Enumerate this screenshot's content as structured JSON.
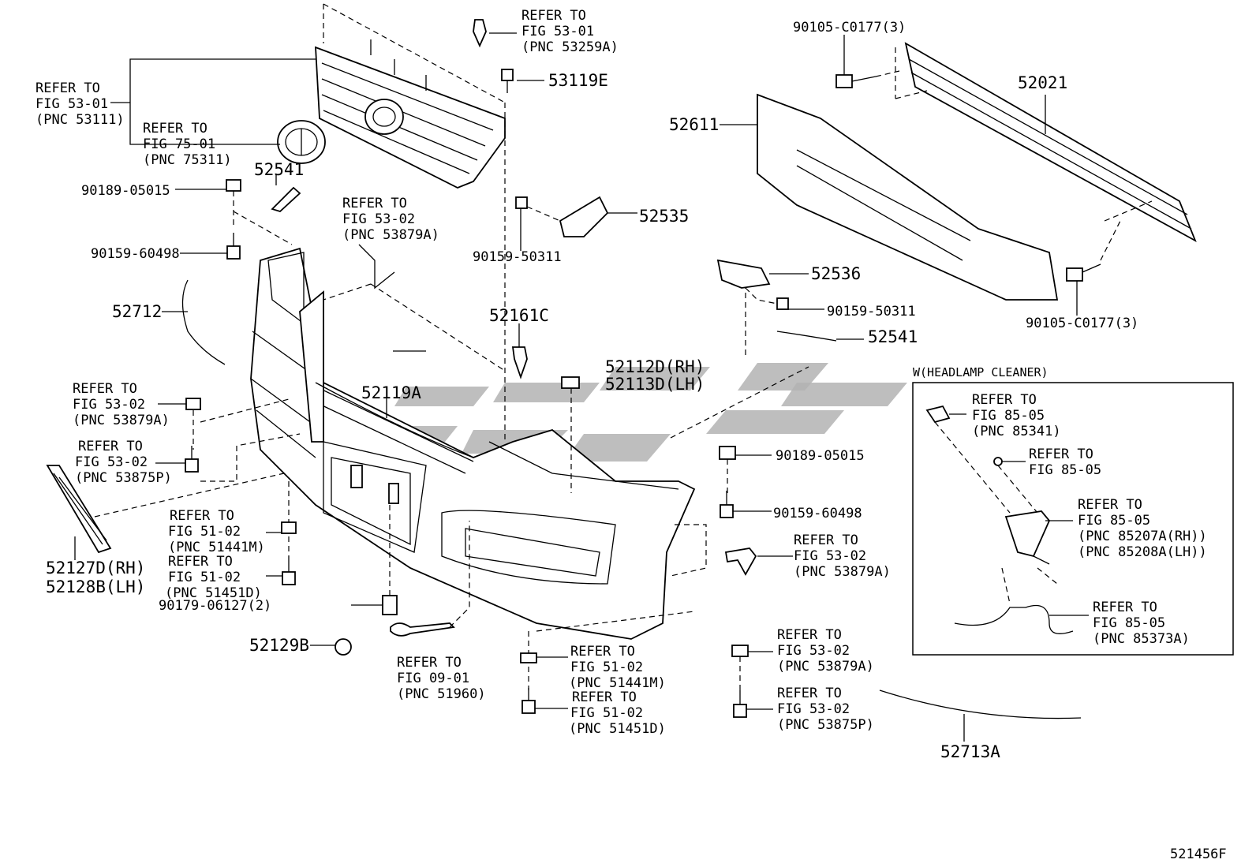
{
  "diagram_code": "521456F",
  "headlamp_cleaner_title": "W(HEADLAMP CLEANER)",
  "labels": {
    "grille_refer": [
      "REFER TO",
      "FIG 53-01",
      "(PNC 53111)"
    ],
    "emblem_refer": [
      "REFER TO",
      "FIG 75-01",
      "(PNC 75311)"
    ],
    "clip_top_refer": [
      "REFER TO",
      "FIG 53-01",
      "(PNC 53259A)"
    ],
    "p53119E": "53119E",
    "p90105_top": "90105-C0177(3)",
    "p52021": "52021",
    "p52611": "52611",
    "p90105_bottom": "90105-C0177(3)",
    "p52541_left": "52541",
    "p90189_left": "90189-05015",
    "p90159_60498_left": "90159-60498",
    "p52712": "52712",
    "retainer_refer_top": [
      "REFER TO",
      "FIG 53-02",
      "(PNC 53879A)"
    ],
    "p52535": "52535",
    "p90159_50311_left": "90159-50311",
    "p52536": "52536",
    "p90159_50311_right": "90159-50311",
    "p52541_right": "52541",
    "p52161C": "52161C",
    "cap_pair": [
      "52112D(RH)",
      "52113D(LH)"
    ],
    "p52119A": "52119A",
    "left_refer_1": [
      "REFER TO",
      "FIG 53-02",
      "(PNC 53879A)"
    ],
    "left_refer_2": [
      "REFER TO",
      "FIG 53-02",
      "(PNC 53875P)"
    ],
    "grille_pair": [
      "52127D(RH)",
      "52128B(LH)"
    ],
    "bottom_left_refer_1": [
      "REFER TO",
      "FIG 51-02",
      "(PNC 51441M)"
    ],
    "bottom_left_refer_2": [
      "REFER TO",
      "FIG 51-02",
      "(PNC 51451D)"
    ],
    "p90179": "90179-06127(2)",
    "p52129B": "52129B",
    "hook_refer": [
      "REFER TO",
      "FIG 09-01",
      "(PNC 51960)"
    ],
    "bottom_mid_refer_1": [
      "REFER TO",
      "FIG 51-02",
      "(PNC 51441M)"
    ],
    "bottom_mid_refer_2": [
      "REFER TO",
      "FIG 51-02",
      "(PNC 51451D)"
    ],
    "p90189_right": "90189-05015",
    "p90159_60498_right": "90159-60498",
    "right_refer_mid": [
      "REFER TO",
      "FIG 53-02",
      "(PNC 53879A)"
    ],
    "right_refer_bottom_1": [
      "REFER TO",
      "FIG 53-02",
      "(PNC 53879A)"
    ],
    "right_refer_bottom_2": [
      "REFER TO",
      "FIG 53-02",
      "(PNC 53875P)"
    ],
    "p52713A": "52713A",
    "hc_refer_1": [
      "REFER TO",
      "FIG 85-05",
      "(PNC 85341)"
    ],
    "hc_refer_2": [
      "REFER TO",
      "FIG 85-05"
    ],
    "hc_refer_3": [
      "REFER TO",
      "FIG 85-05",
      "(PNC 85207A(RH))",
      "(PNC 85208A(LH))"
    ],
    "hc_refer_4": [
      "REFER TO",
      "FIG 85-05",
      "(PNC 85373A)"
    ]
  }
}
